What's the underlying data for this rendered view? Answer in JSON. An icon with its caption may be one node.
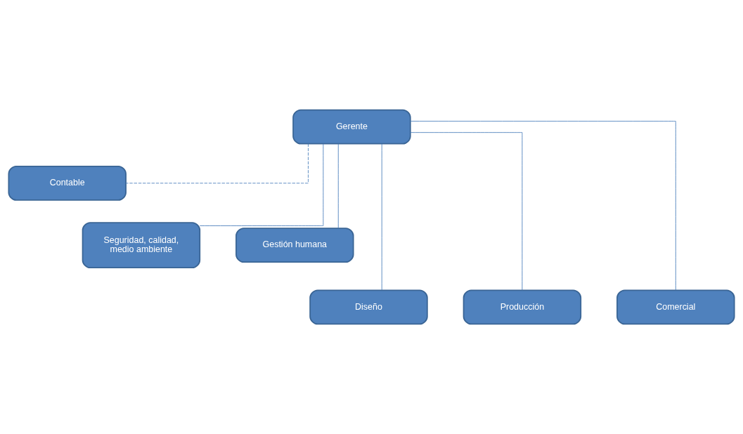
{
  "diagram": {
    "nodes": [
      {
        "text": [
          "Gerente"
        ]
      },
      {
        "text": [
          "Contable"
        ]
      },
      {
        "text": [
          "Seguridad, calidad, medio ambiente"
        ]
      },
      {
        "text": [
          "Gestión humana"
        ]
      },
      {
        "text": [
          "Diseño"
        ]
      },
      {
        "text": [
          "Producción"
        ]
      },
      {
        "text": [
          "Comercial"
        ]
      }
    ],
    "edges": [
      {
        "from": 0,
        "to": 1,
        "arrow": "none",
        "style": "dashed"
      },
      {
        "from": 0,
        "to": 2,
        "arrow": "none"
      },
      {
        "from": 0,
        "to": 3,
        "arrow": "none"
      },
      {
        "from": 0,
        "to": 4,
        "arrow": "none"
      },
      {
        "from": 0,
        "to": 5,
        "arrow": "none"
      },
      {
        "from": 0,
        "to": 6,
        "arrow": "none"
      }
    ]
  }
}
